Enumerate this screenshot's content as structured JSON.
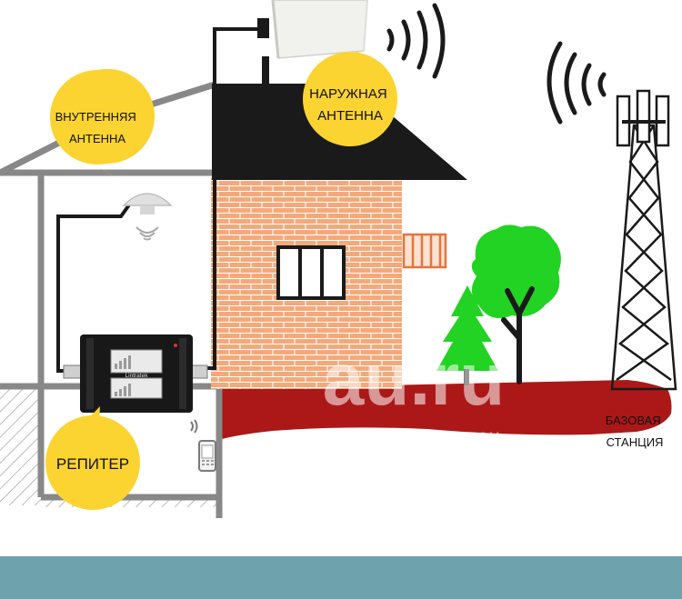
{
  "labels": {
    "indoor_antenna": [
      "ВНУТРЕННЯЯ",
      "АНТЕННА"
    ],
    "outdoor_antenna": [
      "НАРУЖНАЯ",
      "АНТЕННА"
    ],
    "repeater": "РЕПИТЕР",
    "base_station": [
      "БАЗОВАЯ",
      "СТАНЦИЯ"
    ]
  },
  "device": {
    "brand": "Lintratek"
  },
  "watermark": {
    "logo": "au.ru",
    "tagline": "интернет-аукцион"
  },
  "colors": {
    "callout": "#fbd431",
    "brick": "#f5a97a",
    "roof": "#1a1a1a",
    "ground": "#ac1818",
    "tree": "#23d323",
    "house_outline": "#888888",
    "bottom_band": "#6ea3ad"
  }
}
